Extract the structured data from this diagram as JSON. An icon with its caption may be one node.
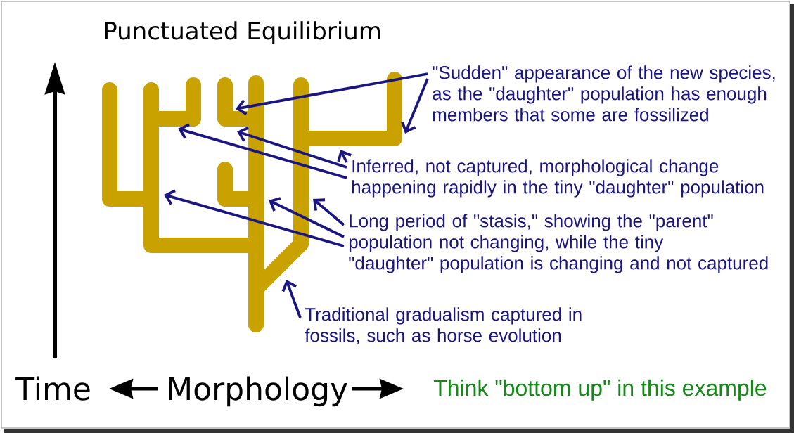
{
  "diagram": {
    "title": "Punctuated Equilibrium",
    "nodes": [
      {
        "text": [
          "\"Sudden\" appearance of the new species, as the \"daughter\" population has enough members that some are fossilized"
        ]
      },
      {
        "text": [
          "Inferred, not captured, morphological change happening rapidly in the tiny \"daughter\" population"
        ]
      },
      {
        "text": [
          "Long period of \"stasis,\" showing the \"parent\" population not changing, while the tiny \"daughter\" population is changing and not captured"
        ]
      },
      {
        "text": [
          "Traditional gradualism captured in fossils, such as horse evolution"
        ]
      }
    ],
    "edges": [
      {
        "from": 0,
        "to": null,
        "arrow": "to"
      },
      {
        "from": 0,
        "to": null,
        "arrow": "to"
      },
      {
        "from": 1,
        "to": null,
        "arrow": "to"
      },
      {
        "from": 1,
        "to": null,
        "arrow": "to"
      },
      {
        "from": 1,
        "to": null,
        "arrow": "to"
      },
      {
        "from": 2,
        "to": null,
        "arrow": "to"
      },
      {
        "from": 2,
        "to": null,
        "arrow": "to"
      },
      {
        "from": 2,
        "to": null,
        "arrow": "to"
      },
      {
        "from": 3,
        "to": null,
        "arrow": "to"
      }
    ],
    "labels": [
      "Time",
      "Morphology",
      "Think \"bottom up\" in this example"
    ]
  }
}
